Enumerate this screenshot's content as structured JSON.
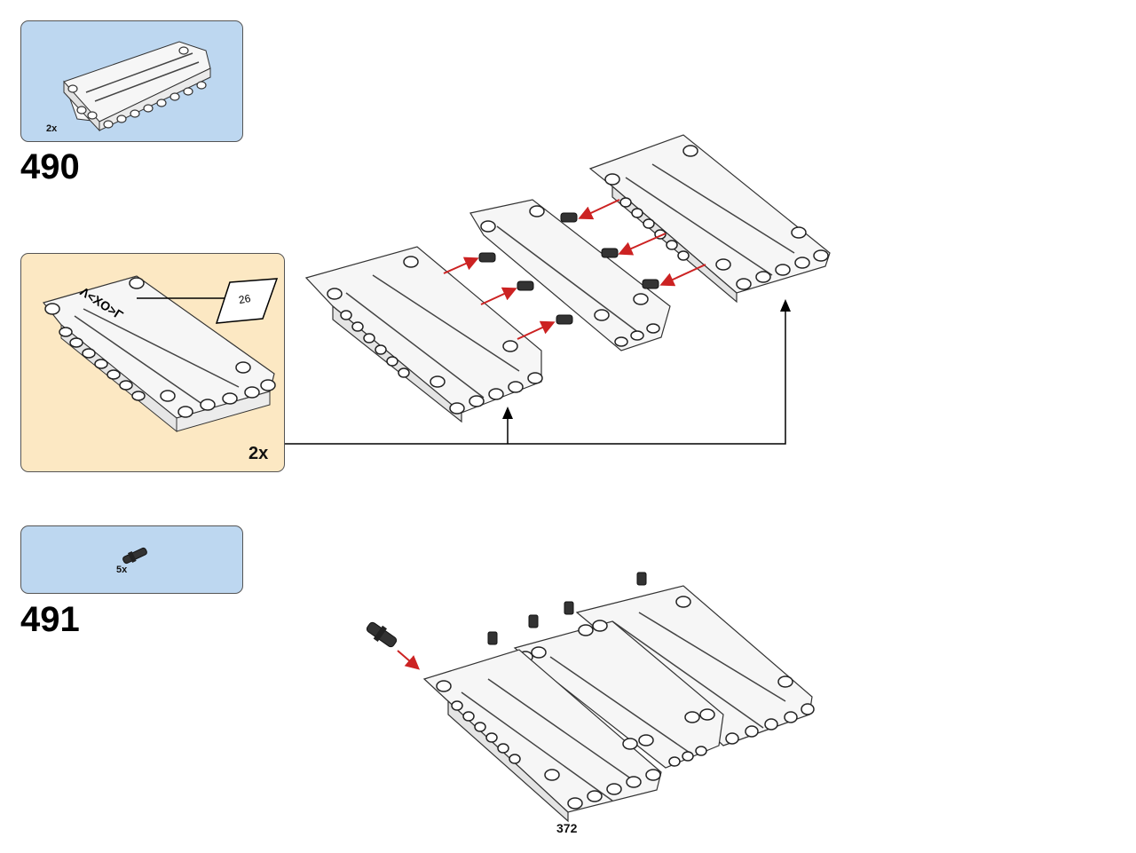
{
  "page_number": "372",
  "steps": [
    {
      "number": "490",
      "parts_list": [
        {
          "part": "white-panel-5x11-icon",
          "quantity": "2x"
        }
      ],
      "submodel": {
        "quantity": "2x",
        "page_reference": "26"
      }
    },
    {
      "number": "491",
      "parts_list": [
        {
          "part": "black-friction-pin-icon",
          "quantity": "5x"
        }
      ]
    }
  ],
  "colors": {
    "parts_list_background": "#bdd7f0",
    "submodel_background": "#fce8c3",
    "arrow_red": "#cc2222",
    "panel_white": "#f6f6f6"
  }
}
